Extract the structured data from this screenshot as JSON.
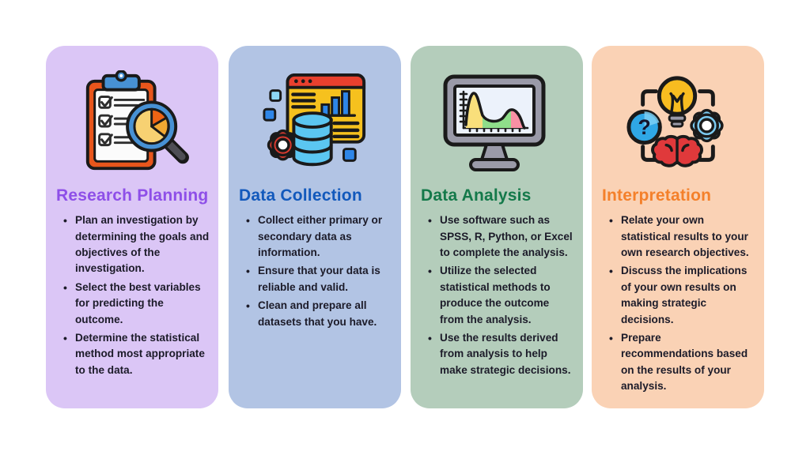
{
  "page": {
    "background_color": "#ffffff",
    "kind": "research-process-infographic"
  },
  "theme": {
    "body_text_color": "#1c1b29",
    "outline_color": "#1a1a1a"
  },
  "cards": [
    {
      "id": "research-planning",
      "title": "Research Planning",
      "title_color": "#8e4fe8",
      "bg_color": "#dbc6f6",
      "icon": "clipboard-checklist-magnifier-pie-icon",
      "icon_colors": {
        "clipboard": "#e8561c",
        "clip": "#4791d4",
        "pie_yellow": "#f7d172",
        "pie_orange": "#ee6414",
        "pie_gold": "#f0a832",
        "handle": "#4e4e55"
      },
      "bullets": [
        "Plan an investigation by determining the goals and objectives of the investigation.",
        "Select the best variables for predicting the outcome.",
        "Determine the statistical method most appropriate to the data."
      ]
    },
    {
      "id": "data-collection",
      "title": "Data Collection",
      "title_color": "#1259bc",
      "bg_color": "#b2c4e4",
      "icon": "browser-window-database-gear-icon",
      "icon_colors": {
        "header": "#e8402e",
        "body": "#f6c11e",
        "bars": "#2e86e8",
        "database": "#5bc6f1",
        "gear": "#d93b30"
      },
      "bullets": [
        "Collect either primary or secondary data as information.",
        "Ensure that your data is reliable and valid.",
        "Clean and prepare all datasets that you have."
      ]
    },
    {
      "id": "data-analysis",
      "title": "Data Analysis",
      "title_color": "#14794a",
      "bg_color": "#b4cdbb",
      "icon": "monitor-area-chart-icon",
      "icon_colors": {
        "bezel": "#9a9aa8",
        "screen": "#ecf2fb",
        "area_yellow": "#f9df7b",
        "area_green": "#8fde8a",
        "area_pink": "#f890a4"
      },
      "bullets": [
        "Use software such as SPSS, R, Python, or Excel to complete the analysis.",
        "Utilize the selected statistical methods to produce the outcome from the analysis.",
        "Use the results derived from analysis to help make strategic decisions."
      ]
    },
    {
      "id": "interpretation",
      "title": "Interpretation",
      "title_color": "#f4802a",
      "bg_color": "#fad2b5",
      "icon": "lightbulb-question-gear-brain-icon",
      "icon_colors": {
        "bulb": "#f8bc20",
        "question_circle": "#2fa7e6",
        "gear": "#7ccbf2",
        "brain": "#e0393b"
      },
      "bullets": [
        "Relate your own statistical results to your own research objectives.",
        "Discuss the implications of your own results on making strategic decisions.",
        "Prepare recommendations based on the results of your analysis."
      ]
    }
  ]
}
